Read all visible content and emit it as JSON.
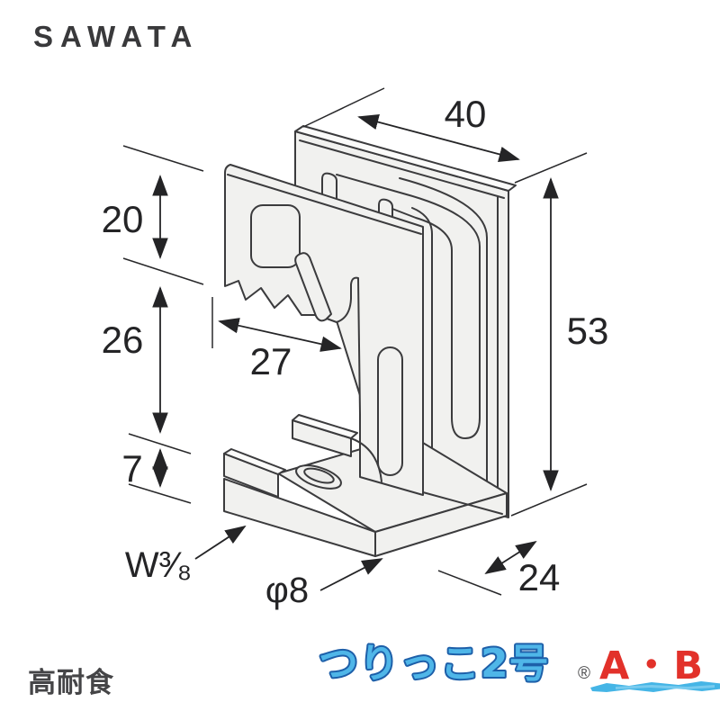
{
  "brand": {
    "logo": "SAWATA"
  },
  "footer": {
    "left_badge": "高耐食",
    "product_name": "つりっこ2号",
    "registered_mark": "®",
    "variant": "A・B"
  },
  "colors": {
    "product_name_fill": "#4FB6E8",
    "product_name_outline": "#1D5FA9",
    "variant_red": "#E2312A",
    "brush_blue": "#45B5E6",
    "line_gray": "#3B3B3D",
    "face_gray": "#F1F1EF",
    "dim_color": "#242426"
  },
  "diagram": {
    "dims": {
      "top_width": "40",
      "overall_height": "53",
      "upper_jaw_height": "20",
      "jaw_opening_height": "26",
      "base_lip_height": "7",
      "throat_depth": "27",
      "base_depth": "24",
      "thread_size": "W³⁄₈",
      "hole_diameter": "φ8"
    }
  }
}
